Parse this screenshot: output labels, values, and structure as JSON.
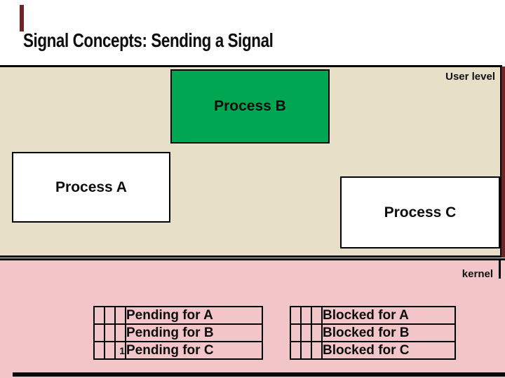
{
  "slide": {
    "title": "Signal Concepts: Sending a Signal"
  },
  "user_level": {
    "label": "User level"
  },
  "kernel": {
    "label": "kernel"
  },
  "processes": {
    "a": "Process A",
    "b": "Process B",
    "c": "Process C"
  },
  "pending_table": {
    "rows": [
      {
        "marker": "",
        "label": "Pending for A"
      },
      {
        "marker": "",
        "label": "Pending for B"
      },
      {
        "marker": "1",
        "label": "Pending for C"
      }
    ]
  },
  "blocked_table": {
    "rows": [
      {
        "marker": "",
        "label": "Blocked for A"
      },
      {
        "marker": "",
        "label": "Blocked for B"
      },
      {
        "marker": "",
        "label": "Blocked for C"
      }
    ]
  },
  "colors": {
    "user_level_bg": "#e7dfc7",
    "kernel_bg": "#f2c5c9",
    "process_b_bg": "#00a651",
    "edge_stripe": "#6e2424"
  }
}
